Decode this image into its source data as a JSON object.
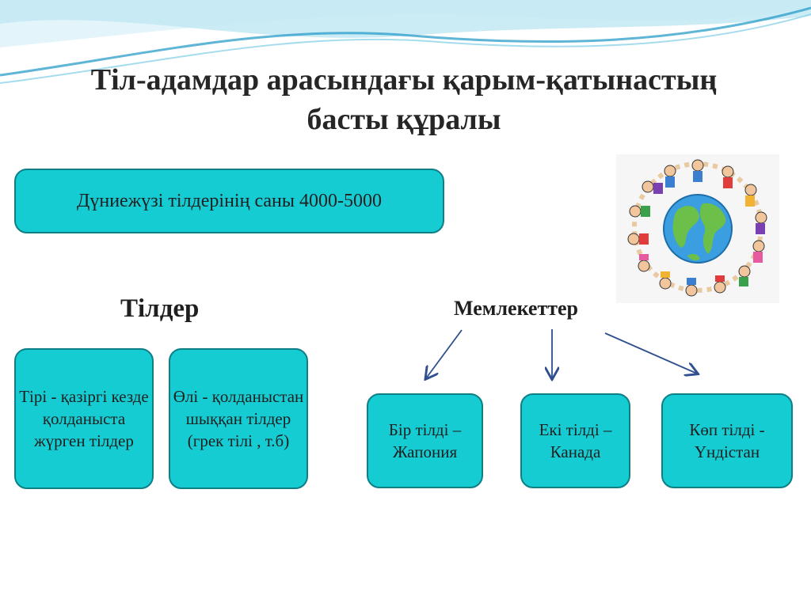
{
  "title": "Тіл-адамдар арасындағы қарым-қатынастың басты құралы",
  "count_box": "Дүниежүзі тілдерінің саны 4000-5000",
  "languages": {
    "heading": "Тілдер",
    "living": "Тірі - қазіргі кезде қолданыста жүрген тілдер",
    "dead": "Өлі - қолданыстан шыққан тілдер (грек тілі , т.б)"
  },
  "states": {
    "heading": "Мемлекеттер",
    "one": "Бір тілді – Жапония",
    "two": "Екі тілді – Канада",
    "many": "Көп тілді - Үндістан"
  },
  "colors": {
    "box_fill": "#16ccd3",
    "box_border": "#0f7f86",
    "arrow": "#2f4f8f",
    "wave_light": "#cfeef7",
    "wave_dark": "#2a9cc8"
  },
  "image": "globe-with-children-holding-hands"
}
